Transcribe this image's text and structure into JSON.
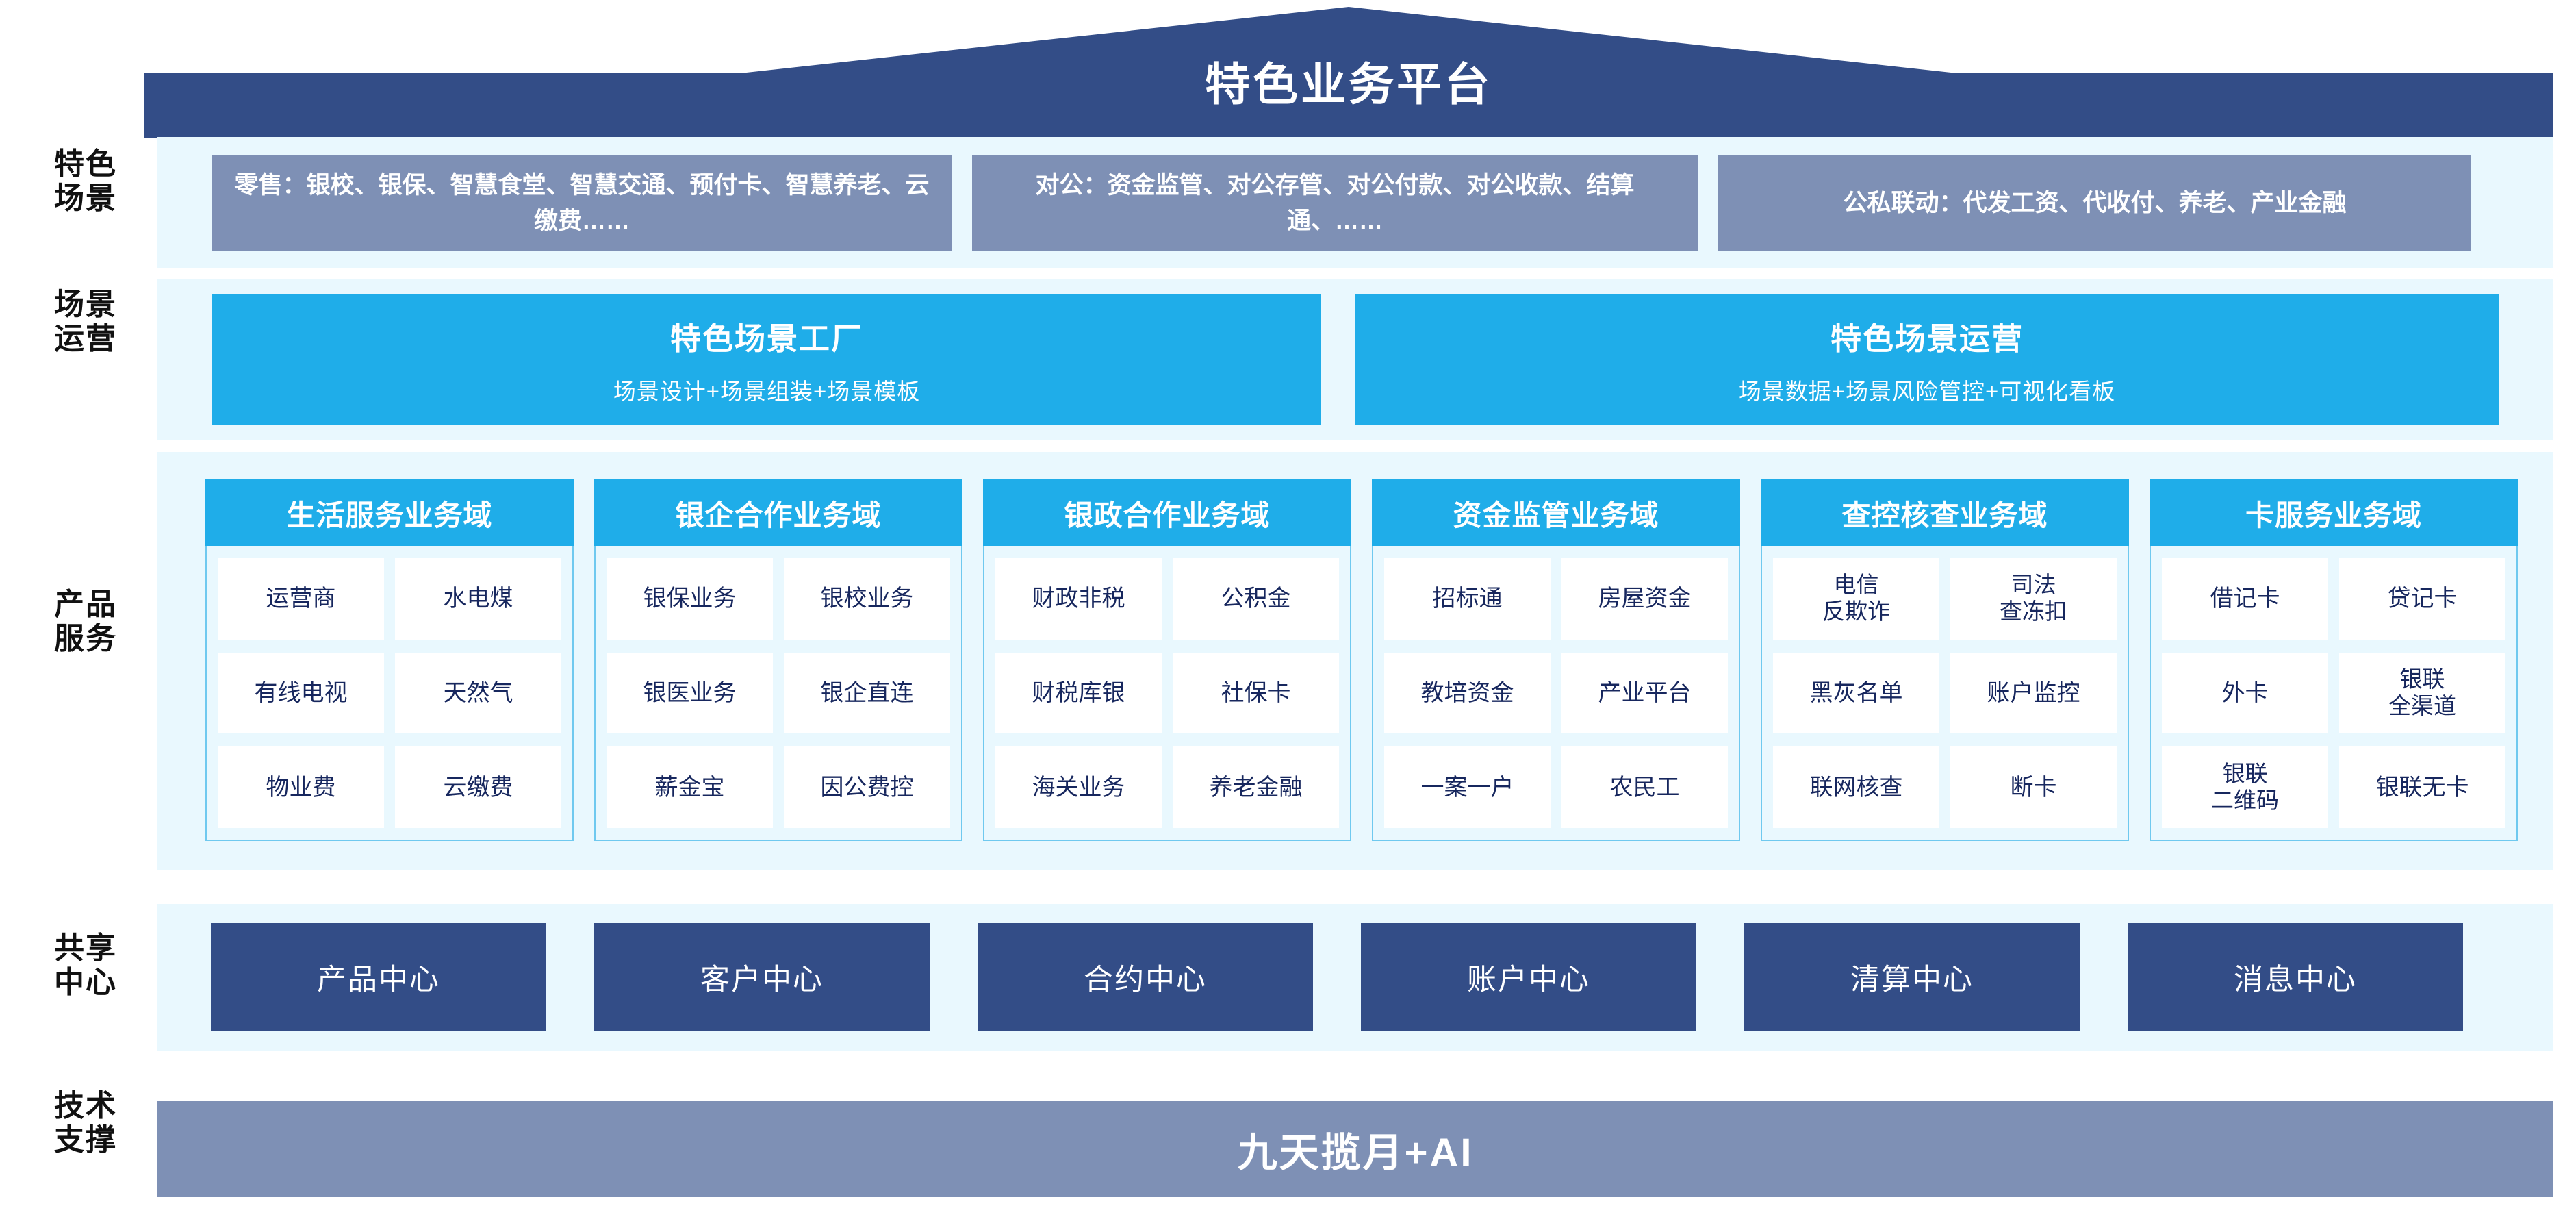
{
  "header": {
    "title": "特色业务平台"
  },
  "rail": [
    {
      "name": "scenario",
      "lines": [
        "特色",
        "场景"
      ]
    },
    {
      "name": "operation",
      "lines": [
        "场景",
        "运营"
      ]
    },
    {
      "name": "product",
      "lines": [
        "产品",
        "服务"
      ]
    },
    {
      "name": "shared",
      "lines": [
        "共享",
        "中心"
      ]
    },
    {
      "name": "tech",
      "lines": [
        "技术",
        "支撑"
      ]
    }
  ],
  "scenarios": [
    {
      "text": "零售：银校、银保、智慧食堂、智慧交通、预付卡、智慧养老、云缴费……"
    },
    {
      "text": "对公：资金监管、对公存管、对公付款、对公收款、结算通、……"
    },
    {
      "text": "公私联动：代发工资、代收付、养老、产业金融"
    }
  ],
  "operations": [
    {
      "title": "特色场景工厂",
      "subtitle": "场景设计+场景组装+场景模板"
    },
    {
      "title": "特色场景运营",
      "subtitle": "场景数据+场景风险管控+可视化看板"
    }
  ],
  "domains": [
    {
      "title": "生活服务业务域",
      "items": [
        "运营商",
        "水电煤",
        "有线电视",
        "天然气",
        "物业费",
        "云缴费"
      ]
    },
    {
      "title": "银企合作业务域",
      "items": [
        "银保业务",
        "银校业务",
        "银医业务",
        "银企直连",
        "薪金宝",
        "因公费控"
      ]
    },
    {
      "title": "银政合作业务域",
      "items": [
        "财政非税",
        "公积金",
        "财税库银",
        "社保卡",
        "海关业务",
        "养老金融"
      ]
    },
    {
      "title": "资金监管业务域",
      "items": [
        "招标通",
        "房屋资金",
        "教培资金",
        "产业平台",
        "一案一户",
        "农民工"
      ]
    },
    {
      "title": "查控核查业务域",
      "items": [
        "电信\n反欺诈",
        "司法\n查冻扣",
        "黑灰名单",
        "账户监控",
        "联网核查",
        "断卡"
      ]
    },
    {
      "title": "卡服务业务域",
      "items": [
        "借记卡",
        "贷记卡",
        "外卡",
        "银联\n全渠道",
        "银联\n二维码",
        "银联无卡"
      ]
    }
  ],
  "centers": [
    "产品中心",
    "客户中心",
    "合约中心",
    "账户中心",
    "清算中心",
    "消息中心"
  ],
  "tech": {
    "label": "九天揽月+AI"
  },
  "colors": {
    "navy": "#334d87",
    "cyan": "#1fade9",
    "slate": "#7e90b5",
    "band": "#e9f8fe",
    "cell_text": "#17275e",
    "card_border": "#6fc9ef"
  }
}
